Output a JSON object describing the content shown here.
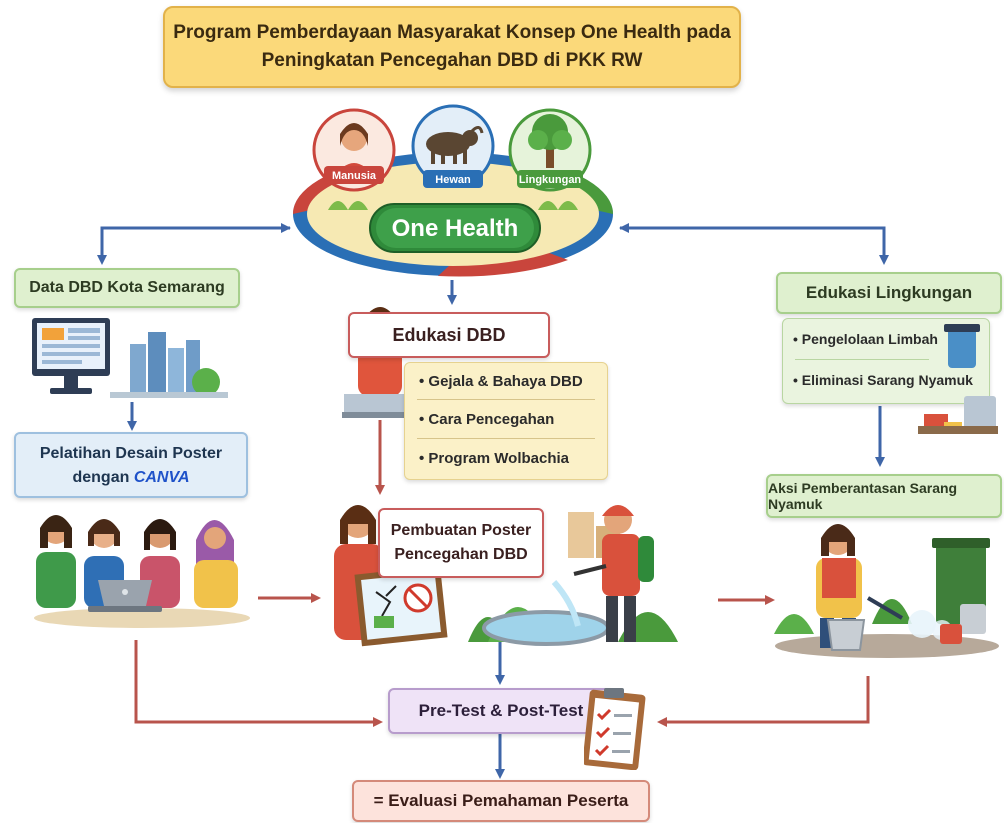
{
  "title": {
    "line1": "Program Pemberdayaan Masyarakat Konsep One Health pada",
    "line2": "Peningkatan Pencegahan DBD di PKK RW"
  },
  "one_health": {
    "center_label": "One Health",
    "circles": [
      "Manusia",
      "Hewan",
      "Lingkungan"
    ]
  },
  "left_column": {
    "data_label": "Data DBD Kota Semarang",
    "training_line1": "Pelatihan Desain Poster",
    "training_line2_prefix": "dengan ",
    "training_line2_brand": "CANVA"
  },
  "center_column": {
    "edukasi_label": "Edukasi DBD",
    "bullets": [
      "• Gejala & Bahaya DBD",
      "• Cara Pencegahan",
      "• Program Wolbachia"
    ],
    "poster_line1": "Pembuatan Poster",
    "poster_line2": "Pencegahan DBD"
  },
  "right_column": {
    "edukasi_label": "Edukasi Lingkungan",
    "bullets": [
      "• Pengelolaan Limbah",
      "• Eliminasi Sarang Nyamuk"
    ],
    "aksi_label": "Aksi Pemberantasan Sarang Nyamuk"
  },
  "bottom": {
    "test_label": "Pre-Test & Post-Test",
    "evaluation_label": "= Evaluasi Pemahaman Peserta"
  },
  "colors": {
    "arrow_blue": "#3f66a8",
    "arrow_red": "#b8544c",
    "accent_green": "#2f8a3a",
    "title_yellow": "#fbd97a",
    "canva_blue": "#1f52c9"
  }
}
